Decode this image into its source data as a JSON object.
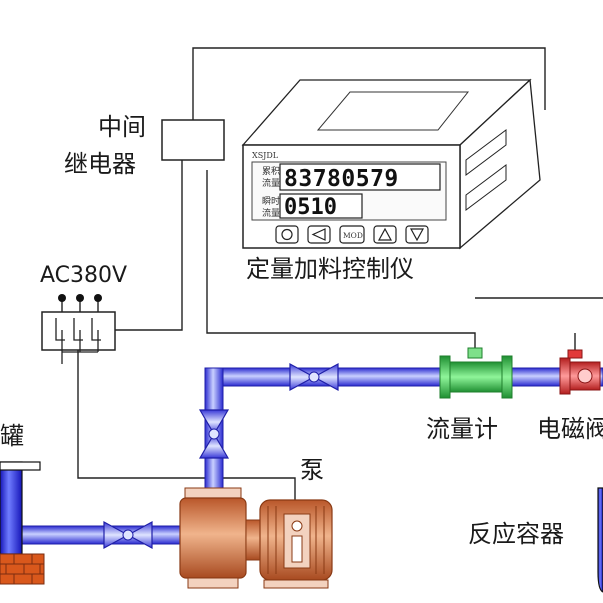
{
  "relay": {
    "label_line1": "中间",
    "label_line2": "继电器"
  },
  "power": {
    "label": "AC380V"
  },
  "controller": {
    "title": "定量加料控制仪",
    "brand": "XSJDL",
    "row1_label_a": "累积",
    "row1_label_b": "流量",
    "row1_value": "83780579",
    "row2_label_a": "瞬时",
    "row2_label_b": "流量",
    "row2_value": "0510",
    "buttons": [
      "circle",
      "left",
      "MOD",
      "up",
      "down"
    ],
    "mod_label": "MOD"
  },
  "labels": {
    "tank": "罐",
    "pump": "泵",
    "flowmeter": "流量计",
    "solenoid_valve": "电磁阀",
    "reactor": "反应容器"
  },
  "colors": {
    "pipe": "#3b3bd6",
    "pipe_light": "#9aa6ff",
    "flowmeter": "#33c24a",
    "solenoid": "#e23a3a",
    "pump": "#d2784a",
    "wire": "#222222"
  }
}
